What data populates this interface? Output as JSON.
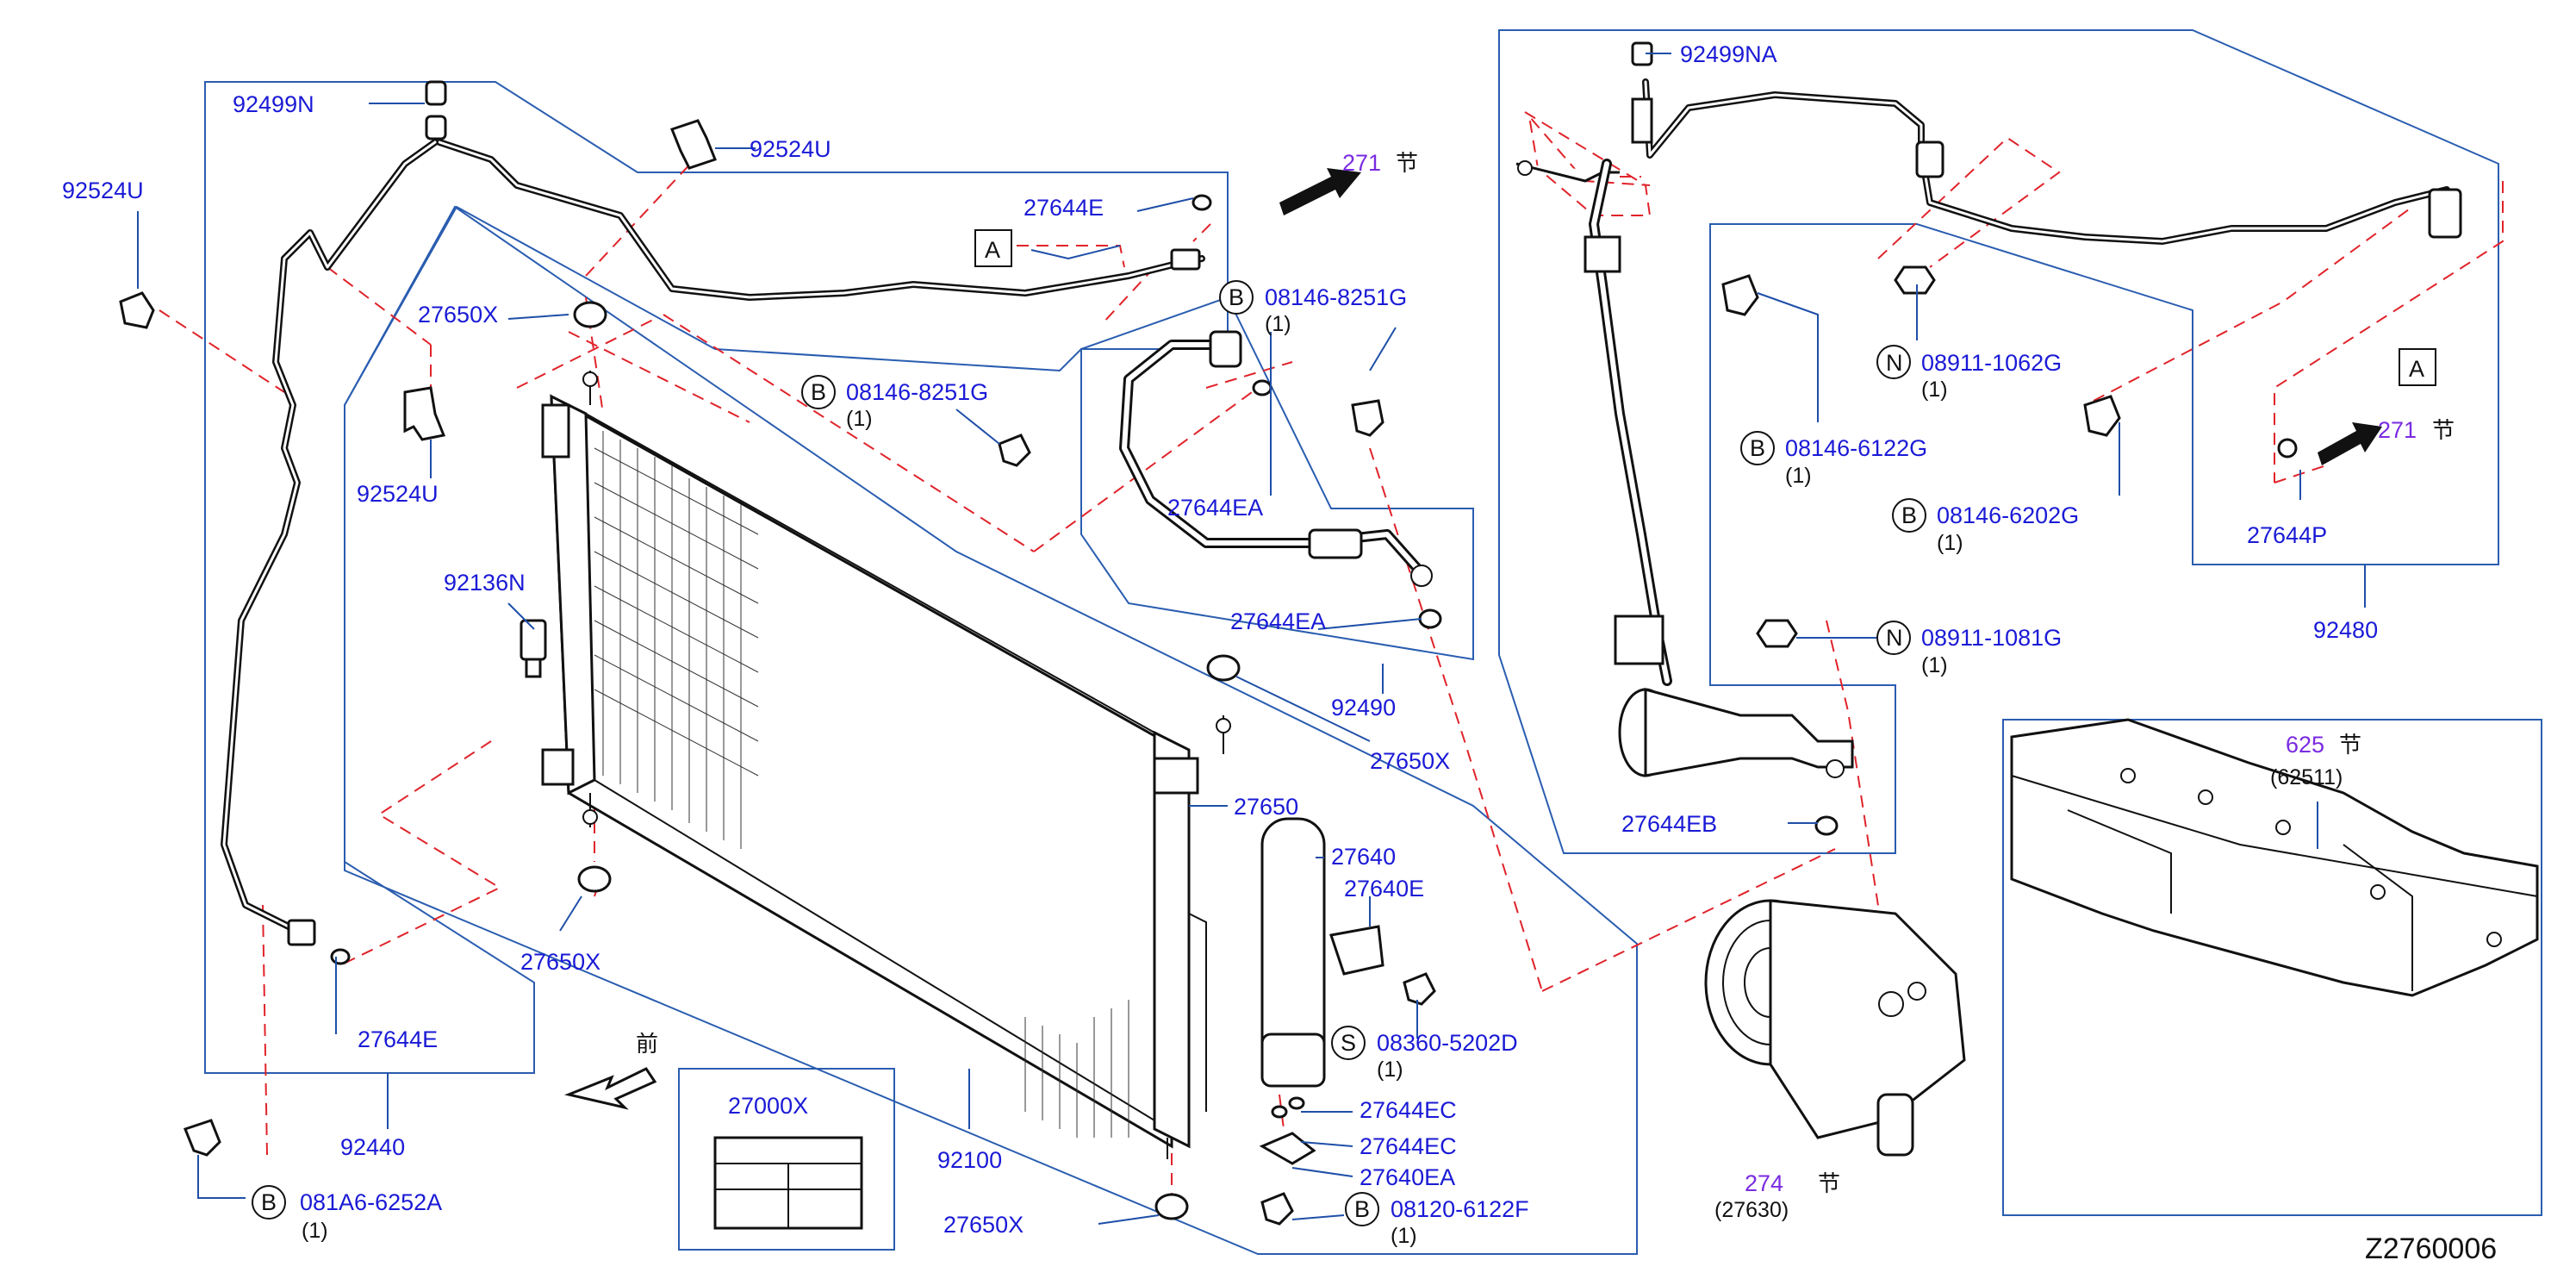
{
  "labels": {
    "p92499N": "92499N",
    "p92524U_a": "92524U",
    "p92524U_b": "92524U",
    "p92524U_c": "92524U",
    "p27644E_top": "27644E",
    "p27650X_top": "27650X",
    "p08146_8251G_a": "08146-8251G",
    "p08146_8251G_b": "08146-8251G",
    "p27644EA_a": "27644EA",
    "p27644EA_b": "27644EA",
    "p92136N": "92136N",
    "p92490": "92490",
    "p27650X_mid": "27650X",
    "p27650": "27650",
    "p27640": "27640",
    "p27640E": "27640E",
    "p08360_5202D": "08360-5202D",
    "p27644EC_a": "27644EC",
    "p27644EC_b": "27644EC",
    "p27640EA": "27640EA",
    "p08120_6122F": "08120-6122F",
    "p27650X_bot": "27650X",
    "p27650X_left": "27650X",
    "p27644E_left": "27644E",
    "p92440": "92440",
    "p081A6_6252A": "081A6-6252A",
    "p27000X": "27000X",
    "p92100": "92100",
    "p92499NA": "92499NA",
    "p08911_1062G": "08911-1062G",
    "p08146_6122G": "08146-6122G",
    "p08146_6202G": "08146-6202G",
    "p27644P": "27644P",
    "p92480": "92480",
    "p08911_1081G": "08911-1081G",
    "p27644EB": "27644EB"
  },
  "badges": {
    "B": "B",
    "N": "N",
    "S": "S",
    "A": "A"
  },
  "qty": {
    "one": "(1)"
  },
  "refs": {
    "r271": "271",
    "r625": "625",
    "r274": "274",
    "section": "节",
    "p62511": "(62511)",
    "p27630": "(27630)"
  },
  "front_label": "前",
  "figure_id": "Z2760006",
  "colors": {
    "part_label": "#1a1ad6",
    "ref_label": "#7a2be0",
    "frame": "#2a5db0",
    "dashed_leader": "#e0232a"
  }
}
